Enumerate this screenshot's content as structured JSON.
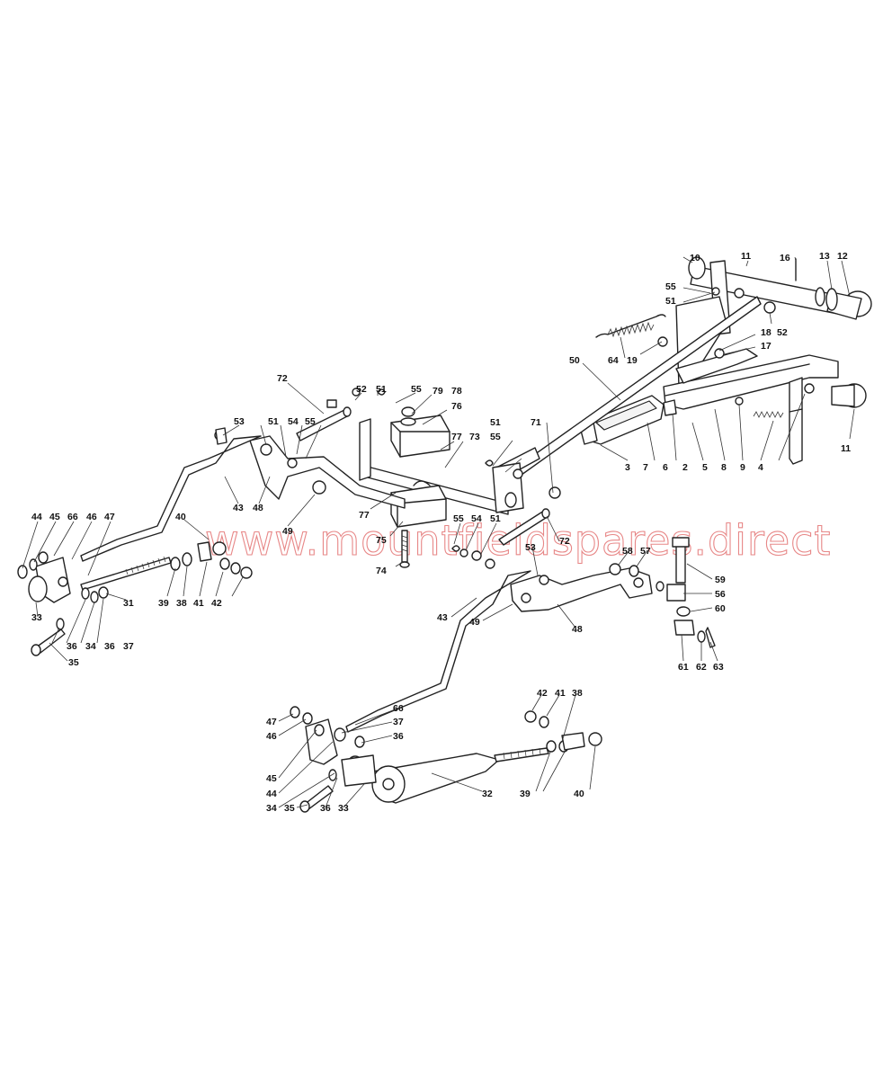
{
  "watermark": "www.mountfieldspares.direct",
  "colors": {
    "line": "#222222",
    "watermark": "#e06060",
    "background": "#ffffff"
  },
  "callouts": [
    {
      "id": "c-10",
      "text": "10"
    },
    {
      "id": "c-11a",
      "text": "11"
    },
    {
      "id": "c-16",
      "text": "16"
    },
    {
      "id": "c-13",
      "text": "13"
    },
    {
      "id": "c-12",
      "text": "12"
    },
    {
      "id": "c-55a",
      "text": "55"
    },
    {
      "id": "c-51a",
      "text": "51"
    },
    {
      "id": "c-52a",
      "text": "52"
    },
    {
      "id": "c-18",
      "text": "18"
    },
    {
      "id": "c-17",
      "text": "17"
    },
    {
      "id": "c-64",
      "text": "64"
    },
    {
      "id": "c-19",
      "text": "19"
    },
    {
      "id": "c-50",
      "text": "50"
    },
    {
      "id": "c-11b",
      "text": "11"
    },
    {
      "id": "c-3",
      "text": "3"
    },
    {
      "id": "c-7",
      "text": "7"
    },
    {
      "id": "c-6",
      "text": "6"
    },
    {
      "id": "c-2",
      "text": "2"
    },
    {
      "id": "c-5",
      "text": "5"
    },
    {
      "id": "c-8",
      "text": "8"
    },
    {
      "id": "c-9",
      "text": "9"
    },
    {
      "id": "c-4",
      "text": "4"
    },
    {
      "id": "c-71",
      "text": "71"
    },
    {
      "id": "c-51b",
      "text": "51"
    },
    {
      "id": "c-55b",
      "text": "55"
    },
    {
      "id": "c-72a",
      "text": "72"
    },
    {
      "id": "c-52b",
      "text": "52"
    },
    {
      "id": "c-51c",
      "text": "51"
    },
    {
      "id": "c-55c",
      "text": "55"
    },
    {
      "id": "c-79",
      "text": "79"
    },
    {
      "id": "c-78",
      "text": "78"
    },
    {
      "id": "c-76",
      "text": "76"
    },
    {
      "id": "c-77a",
      "text": "77"
    },
    {
      "id": "c-73",
      "text": "73"
    },
    {
      "id": "c-77b",
      "text": "77"
    },
    {
      "id": "c-75",
      "text": "75"
    },
    {
      "id": "c-74",
      "text": "74"
    },
    {
      "id": "c-53a",
      "text": "53"
    },
    {
      "id": "c-51d",
      "text": "51"
    },
    {
      "id": "c-54a",
      "text": "54"
    },
    {
      "id": "c-55d",
      "text": "55"
    },
    {
      "id": "c-43a",
      "text": "43"
    },
    {
      "id": "c-48a",
      "text": "48"
    },
    {
      "id": "c-49a",
      "text": "49"
    },
    {
      "id": "c-44a",
      "text": "44"
    },
    {
      "id": "c-45a",
      "text": "45"
    },
    {
      "id": "c-66a",
      "text": "66"
    },
    {
      "id": "c-46a",
      "text": "46"
    },
    {
      "id": "c-47a",
      "text": "47"
    },
    {
      "id": "c-40a",
      "text": "40"
    },
    {
      "id": "c-39a",
      "text": "39"
    },
    {
      "id": "c-38a",
      "text": "38"
    },
    {
      "id": "c-41a",
      "text": "41"
    },
    {
      "id": "c-42a",
      "text": "42"
    },
    {
      "id": "c-31",
      "text": "31"
    },
    {
      "id": "c-33a",
      "text": "33"
    },
    {
      "id": "c-36a",
      "text": "36"
    },
    {
      "id": "c-34a",
      "text": "34"
    },
    {
      "id": "c-36b",
      "text": "36"
    },
    {
      "id": "c-37a",
      "text": "37"
    },
    {
      "id": "c-35a",
      "text": "35"
    },
    {
      "id": "c-55e",
      "text": "55"
    },
    {
      "id": "c-54b",
      "text": "54"
    },
    {
      "id": "c-51e",
      "text": "51"
    },
    {
      "id": "c-53b",
      "text": "53"
    },
    {
      "id": "c-72b",
      "text": "72"
    },
    {
      "id": "c-58",
      "text": "58"
    },
    {
      "id": "c-57",
      "text": "57"
    },
    {
      "id": "c-59",
      "text": "59"
    },
    {
      "id": "c-56",
      "text": "56"
    },
    {
      "id": "c-60",
      "text": "60"
    },
    {
      "id": "c-61",
      "text": "61"
    },
    {
      "id": "c-62",
      "text": "62"
    },
    {
      "id": "c-63",
      "text": "63"
    },
    {
      "id": "c-43b",
      "text": "43"
    },
    {
      "id": "c-49b",
      "text": "49"
    },
    {
      "id": "c-48b",
      "text": "48"
    },
    {
      "id": "c-42b",
      "text": "42"
    },
    {
      "id": "c-41b",
      "text": "41"
    },
    {
      "id": "c-38b",
      "text": "38"
    },
    {
      "id": "c-47b",
      "text": "47"
    },
    {
      "id": "c-46b",
      "text": "46"
    },
    {
      "id": "c-66b",
      "text": "66"
    },
    {
      "id": "c-37b",
      "text": "37"
    },
    {
      "id": "c-36c",
      "text": "36"
    },
    {
      "id": "c-45b",
      "text": "45"
    },
    {
      "id": "c-44b",
      "text": "44"
    },
    {
      "id": "c-34b",
      "text": "34"
    },
    {
      "id": "c-35b",
      "text": "35"
    },
    {
      "id": "c-36d",
      "text": "36"
    },
    {
      "id": "c-33b",
      "text": "33"
    },
    {
      "id": "c-32",
      "text": "32"
    },
    {
      "id": "c-39b",
      "text": "39"
    },
    {
      "id": "c-40b",
      "text": "40"
    }
  ]
}
